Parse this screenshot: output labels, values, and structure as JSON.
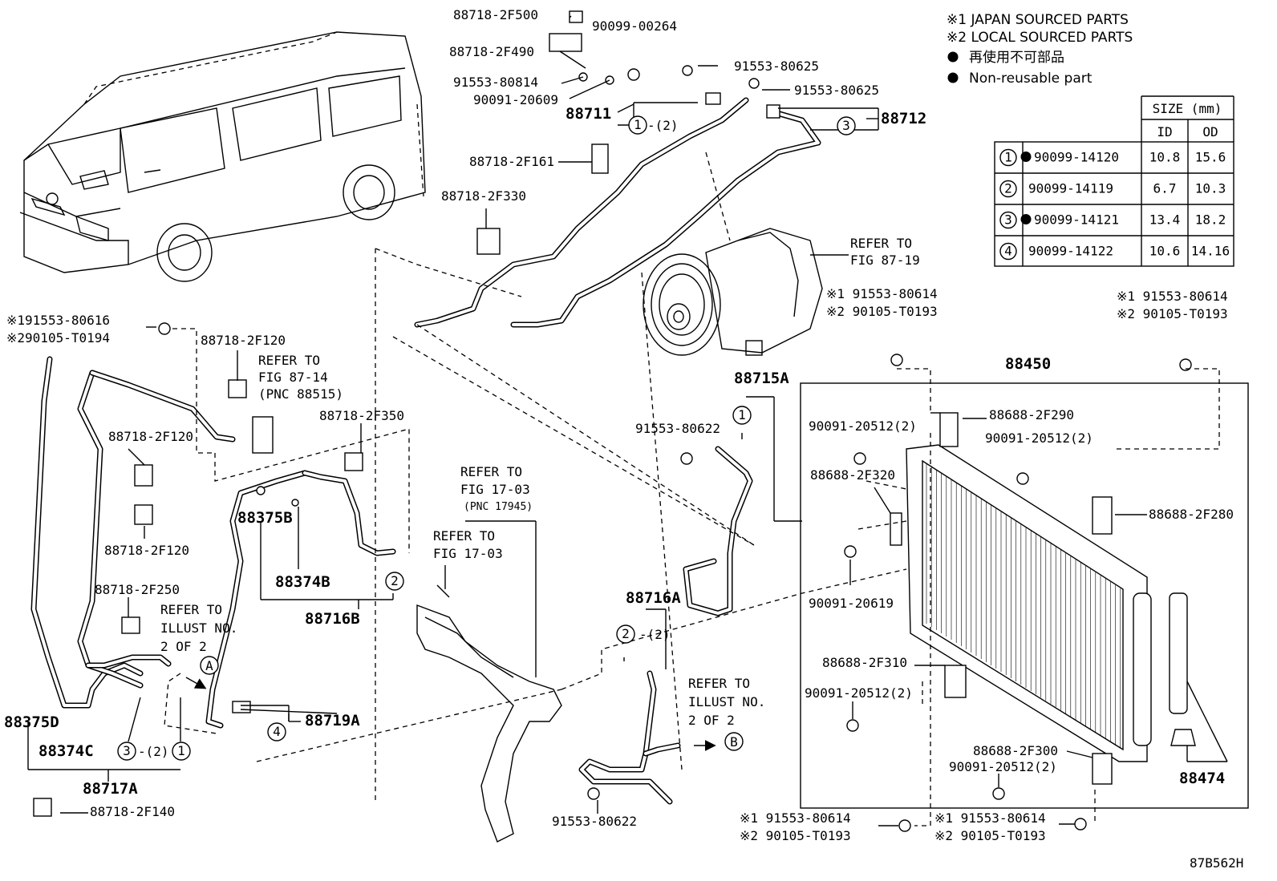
{
  "legend": {
    "note1": "※1 JAPAN SOURCED PARTS",
    "note2": "※2 LOCAL SOURCED PARTS",
    "nonreusable_jp": "再使用不可部品",
    "nonreusable_en": "Non-reusable part"
  },
  "size_table": {
    "header": "SIZE (mm)",
    "col_id": "ID",
    "col_od": "OD",
    "rows": [
      {
        "no": "1",
        "part": "90099-14120",
        "id": "10.8",
        "od": "15.6",
        "nonreusable": true
      },
      {
        "no": "2",
        "part": "90099-14119",
        "id": "6.7",
        "od": "10.3",
        "nonreusable": false
      },
      {
        "no": "3",
        "part": "90099-14121",
        "id": "13.4",
        "od": "18.2",
        "nonreusable": true
      },
      {
        "no": "4",
        "part": "90099-14122",
        "id": "10.6",
        "od": "14.16",
        "nonreusable": false
      }
    ]
  },
  "labels": {
    "p88718_2f500": "88718-2F500",
    "p90099_00264": "90099-00264",
    "p88718_2f490": "88718-2F490",
    "p91553_80625a": "91553-80625",
    "p91553_80625b": "91553-80625",
    "p91553_80814": "91553-80814",
    "p90091_20609": "90091-20609",
    "p88711": "88711",
    "p88711_o": "-(2)",
    "p88712": "88712",
    "p88718_2f161": "88718-2F161",
    "p88718_2f330": "88718-2F330",
    "ref_87_19a": "REFER TO",
    "ref_87_19b": "FIG 87-19",
    "p_tl_1": "※191553-80616",
    "p_tl_2": "※290105-T0194",
    "p88718_2f120a": "88718-2F120",
    "ref_87_14a": "REFER TO",
    "ref_87_14b": "FIG 87-14",
    "ref_87_14c": "(PNC 88515)",
    "p88718_2f120b": "88718-2F120",
    "p88718_2f120c": "88718-2F120",
    "p88718_2f350": "88718-2F350",
    "p88375b": "88375B",
    "p88374b": "88374B",
    "p88716b": "88716B",
    "p88718_2f250": "88718-2F250",
    "ref_illa_1": "REFER TO",
    "ref_illa_2": "ILLUST NO.",
    "ref_illa_3": "2 OF 2",
    "mark_a": "A",
    "p88719a": "88719A",
    "p88375d": "88375D",
    "p88374c": "88374C",
    "p88717a": "88717A",
    "p88717a_o": "-(2)",
    "p88718_2f140": "88718-2F140",
    "ref_17_03a1": "REFER TO",
    "ref_17_03a2": "FIG 17-03",
    "ref_17_03a3": "(PNC 17945)",
    "ref_17_03b1": "REFER TO",
    "ref_17_03b2": "FIG 17-03",
    "p_c1_1": "※1 91553-80614",
    "p_c1_2": "※2 90105-T0193",
    "p_c2_1": "※1 91553-80614",
    "p_c2_2": "※2 90105-T0193",
    "p88715a": "88715A",
    "p91553_80622a": "91553-80622",
    "p88716a": "88716A",
    "p88716a_o": "-(2)",
    "ref_illb_1": "REFER TO",
    "ref_illb_2": "ILLUST NO.",
    "ref_illb_3": "2 OF 2",
    "mark_b": "B",
    "p91553_80622b": "91553-80622",
    "p88450": "88450",
    "p90091_20512a": "90091-20512(2)",
    "p88688_2f290": "88688-2F290",
    "p90091_20512b": "90091-20512(2)",
    "p88688_2f320": "88688-2F320",
    "p88688_2f280": "88688-2F280",
    "p90091_20619": "90091-20619",
    "p88688_2f310": "88688-2F310",
    "p90091_20512c": "90091-20512(2)",
    "p88688_2f300": "88688-2F300",
    "p90091_20512d": "90091-20512(2)",
    "p88474": "88474",
    "p_b1_1": "※1 91553-80614",
    "p_b1_2": "※2 90105-T0193",
    "p_b2_1": "※1 91553-80614",
    "p_b2_2": "※2 90105-T0193",
    "fig_code": "87B562H"
  },
  "circle_marks": [
    "1",
    "2",
    "3",
    "4"
  ]
}
